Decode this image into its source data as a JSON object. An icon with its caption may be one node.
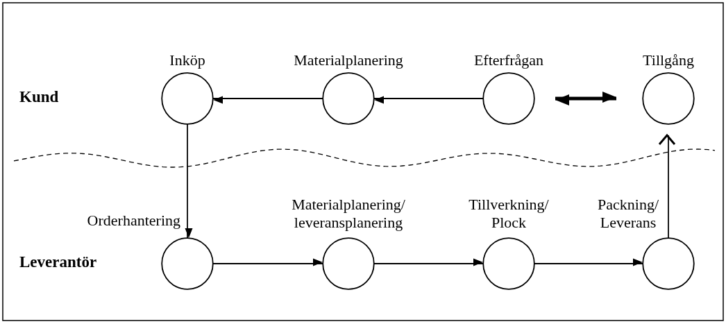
{
  "diagram": {
    "nodes": [
      {
        "text": [
          "Inköp"
        ]
      },
      {
        "text": [
          "Materialplanering"
        ]
      },
      {
        "text": [
          "Efterfrågan"
        ]
      },
      {
        "text": [
          "Tillgång"
        ]
      },
      {
        "text": [
          "Orderhantering"
        ]
      },
      {
        "text": [
          "Materialplanering/ leveransplanering"
        ]
      },
      {
        "text": [
          "Tillverkning/ Plock"
        ]
      },
      {
        "text": [
          "Packning/ Leverans"
        ]
      }
    ],
    "edges": [
      {
        "from": 1,
        "to": 0,
        "arrow": "to"
      },
      {
        "from": 2,
        "to": 1,
        "arrow": "to"
      },
      {
        "from": 2,
        "to": 3,
        "arrow": "both",
        "style": "thick"
      },
      {
        "from": 0,
        "to": 4,
        "arrow": "to"
      },
      {
        "from": 4,
        "to": 5,
        "arrow": "to"
      },
      {
        "from": 5,
        "to": 6,
        "arrow": "to"
      },
      {
        "from": 6,
        "to": 7,
        "arrow": "to"
      },
      {
        "from": 7,
        "to": 3,
        "arrow": "to"
      }
    ],
    "labels": [
      "Kund",
      "Leverantör"
    ]
  }
}
